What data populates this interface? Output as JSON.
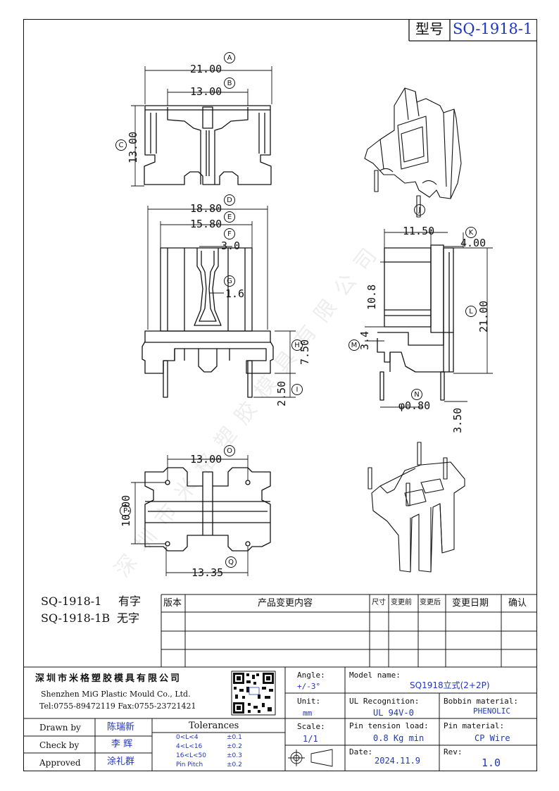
{
  "header": {
    "model_label": "型号",
    "model_code": "SQ-1918-1"
  },
  "callouts": [
    "A",
    "B",
    "C",
    "D",
    "E",
    "F",
    "G",
    "H",
    "I",
    "J",
    "K",
    "L",
    "M",
    "N",
    "O",
    "P",
    "Q"
  ],
  "dimensions": {
    "A": "21.00",
    "B": "13.00",
    "C": "13.00",
    "D": "18.80",
    "E": "15.80",
    "F": "3.0",
    "G": "1.6",
    "H": "7.50",
    "I": "2.50",
    "J": "11.50",
    "K": "4.00",
    "L": "21.00",
    "M": "3.4",
    "N": "φ0.80",
    "side_10_8": "10.8",
    "side_3_50": "3.50",
    "O": "13.00",
    "P": "10.00",
    "Q": "13.35"
  },
  "variants": [
    {
      "code": "SQ-1918-1",
      "desc": "有字"
    },
    {
      "code": "SQ-1918-1B",
      "desc": "无字"
    }
  ],
  "revision_table": {
    "headers": [
      "版本",
      "产品变更内容",
      "尺寸",
      "变更前",
      "变更后",
      "变更日期",
      "确认"
    ]
  },
  "company": {
    "name_cn": "深圳市米格塑胶模具有限公司",
    "name_en": "Shenzhen MiG Plastic Mould Co., Ltd.",
    "contact": "Tel:0755-89472119  Fax:0755-23721421"
  },
  "watermark": "深圳市米格塑胶模具有限公司",
  "title_block": {
    "angle_label": "Angle:",
    "angle_value": "+/-3°",
    "unit_label": "Unit:",
    "unit_value": "mm",
    "scale_label": "Scale:",
    "scale_value": "1/1",
    "model_name_label": "Model name:",
    "model_name_value": "SQ1918立式(2+2P)",
    "ul_label": "UL Recognition:",
    "ul_value": "UL 94V-0",
    "bobbin_label": "Bobbin material:",
    "bobbin_value": "PHENOLIC",
    "pin_tension_label": "Pin tension load:",
    "pin_tension_value": "0.8 Kg min",
    "pin_material_label": "Pin material:",
    "pin_material_value": "CP Wire",
    "date_label": "Date:",
    "date_value": "2024.11.9",
    "rev_label": "Rev:",
    "rev_value": "1.0",
    "drawn_label": "Drawn by",
    "drawn_value": "陈瑞新",
    "check_label": "Check by",
    "check_value": "李 辉",
    "approved_label": "Approved",
    "approved_value": "涂礼群",
    "tolerances_title": "Tolerances",
    "tolerances": [
      {
        "range": "0<L<4",
        "tol": "±0.1"
      },
      {
        "range": "4<L<16",
        "tol": "±0.2"
      },
      {
        "range": "16<L<50",
        "tol": "±0.3"
      },
      {
        "range": "Pin Pitch",
        "tol": "±0.2"
      }
    ]
  }
}
